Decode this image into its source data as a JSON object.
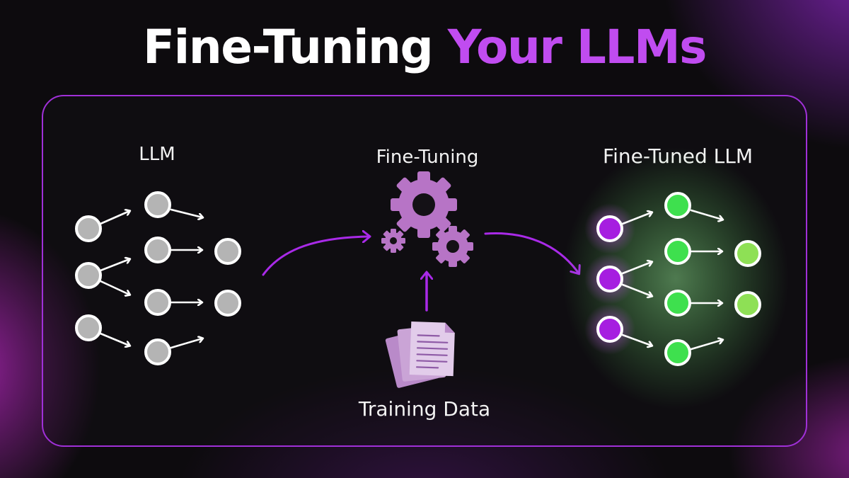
{
  "title": {
    "part1": "Fine-Tuning",
    "part2": "Your LLMs"
  },
  "labels": {
    "llm": "LLM",
    "fine_tuning": "Fine-Tuning",
    "fine_tuned_llm": "Fine-Tuned LLM",
    "training_data": "Training Data"
  },
  "colors": {
    "title_accent": "#c04cf0",
    "panel_border": "#a030d8",
    "gray_node": "#b4b4b4",
    "purple_node": "#a61ee0",
    "green_node": "#3ee04e",
    "lime_node": "#8ee055",
    "gear": "#b774c6",
    "arrow": "#a92ae8"
  },
  "icons": {
    "gears": "gears-icon",
    "documents": "documents-icon"
  }
}
